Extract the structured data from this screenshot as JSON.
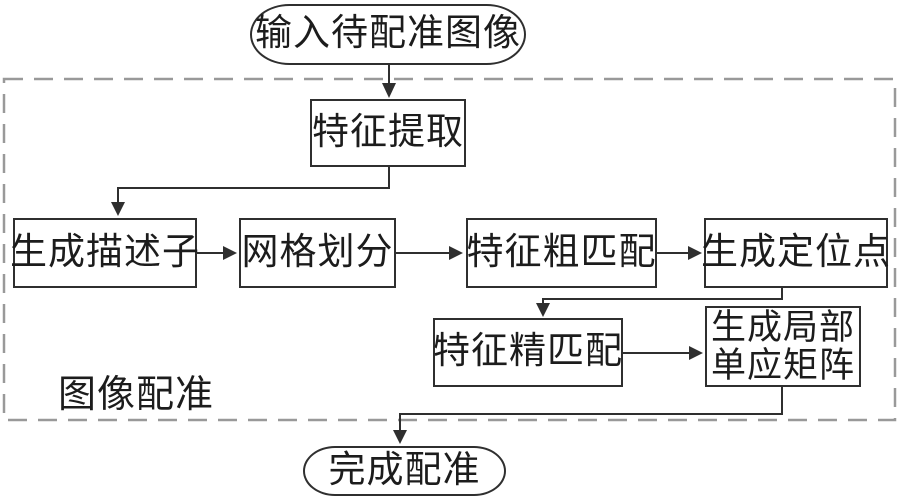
{
  "diagram": {
    "region_label": "图像配准",
    "nodes": {
      "start": "输入待配准图像",
      "feature_extraction": "特征提取",
      "generate_descriptors": "生成描述子",
      "grid_partition": "网格划分",
      "coarse_matching": "特征粗匹配",
      "generate_anchors": "生成定位点",
      "fine_matching": "特征精匹配",
      "local_homography_line1": "生成局部",
      "local_homography_line2": "单应矩阵",
      "end": "完成配准"
    },
    "edges": [
      {
        "from": "start",
        "to": "feature_extraction"
      },
      {
        "from": "feature_extraction",
        "to": "generate_descriptors"
      },
      {
        "from": "generate_descriptors",
        "to": "grid_partition"
      },
      {
        "from": "grid_partition",
        "to": "coarse_matching"
      },
      {
        "from": "coarse_matching",
        "to": "generate_anchors"
      },
      {
        "from": "generate_anchors",
        "to": "fine_matching"
      },
      {
        "from": "fine_matching",
        "to": "local_homography"
      },
      {
        "from": "local_homography",
        "to": "end"
      }
    ],
    "colors": {
      "node_border": "#2f2f2f",
      "connector": "#2f2f2f",
      "text": "#1c1c1c",
      "dashed_region_border": "#999999",
      "background": "#ffffff"
    }
  }
}
